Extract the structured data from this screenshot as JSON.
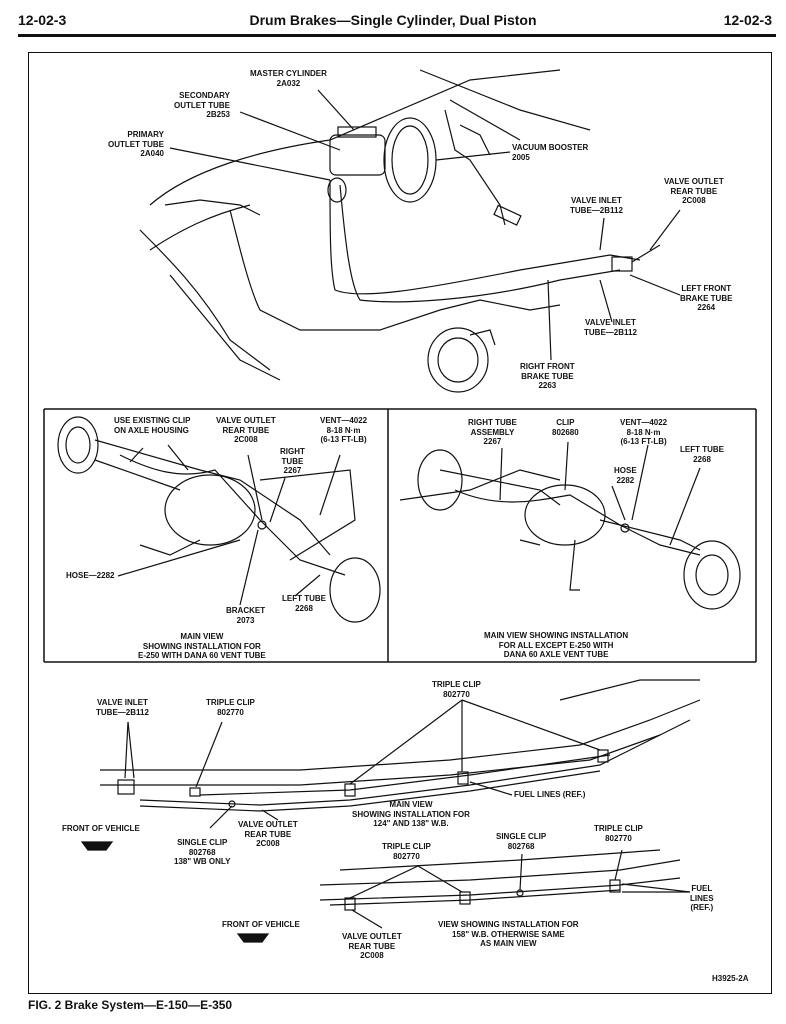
{
  "header": {
    "left": "12-02-3",
    "title": "Drum Brakes—Single Cylinder, Dual Piston",
    "right": "12-02-3"
  },
  "top_panel": {
    "master_cylinder": "MASTER CYLINDER\n2A032",
    "secondary_outlet": "SECONDARY\nOUTLET TUBE\n2B253",
    "primary_outlet": "PRIMARY\nOUTLET TUBE\n2A040",
    "vacuum_booster": "VACUUM BOOSTER\n2005",
    "valve_inlet_top": "VALVE INLET\nTUBE—2B112",
    "valve_outlet_rear": "VALVE OUTLET\nREAR TUBE\n2C008",
    "left_front": "LEFT FRONT\nBRAKE TUBE\n2264",
    "valve_inlet_bottom": "VALVE INLET\nTUBE—2B112",
    "right_front": "RIGHT FRONT\nBRAKE TUBE\n2263"
  },
  "left_panel": {
    "use_existing_clip": "USE EXISTING CLIP\nON AXLE HOUSING",
    "valve_outlet": "VALVE OUTLET\nREAR TUBE\n2C008",
    "vent": "VENT—4022\n8-18 N·m\n(6-13 FT-LB)",
    "right_tube": "RIGHT\nTUBE\n2267",
    "hose": "HOSE—2282",
    "left_tube": "LEFT TUBE\n2268",
    "bracket": "BRACKET\n2073",
    "caption": "MAIN VIEW\nSHOWING INSTALLATION FOR\nE-250 WITH DANA 60 VENT TUBE"
  },
  "right_panel": {
    "right_tube_assembly": "RIGHT TUBE\nASSEMBLY\n2267",
    "clip": "CLIP\n802680",
    "vent": "VENT—4022\n8-18 N·m\n(6-13 FT-LB)",
    "hose": "HOSE\n2282",
    "left_tube": "LEFT TUBE\n2268",
    "caption": "MAIN VIEW SHOWING INSTALLATION\nFOR ALL EXCEPT E-250 WITH\nDANA 60 AXLE VENT TUBE"
  },
  "bottom_panel": {
    "valve_inlet": "VALVE INLET\nTUBE—2B112",
    "triple_clip_a": "TRIPLE CLIP\n802770",
    "triple_clip_b": "TRIPLE CLIP\n802770",
    "front_of_vehicle_1": "FRONT OF VEHICLE",
    "single_clip": "SINGLE CLIP\n802768\n138\" WB ONLY",
    "valve_outlet_1": "VALVE OUTLET\nREAR TUBE\n2C008",
    "main_view_caption": "MAIN VIEW\nSHOWING INSTALLATION FOR\n124\" AND 138\" W.B.",
    "fuel_lines_1": "FUEL LINES (REF.)",
    "triple_clip_c": "TRIPLE CLIP\n802770",
    "single_clip_2": "SINGLE CLIP\n802768",
    "triple_clip_d": "TRIPLE CLIP\n802770",
    "fuel_lines_2": "FUEL\nLINES\n(REF.)",
    "front_of_vehicle_2": "FRONT OF VEHICLE",
    "valve_outlet_2": "VALVE OUTLET\nREAR TUBE\n2C008",
    "view_158_caption": "VIEW SHOWING INSTALLATION FOR\n158\" W.B. OTHERWISE SAME\nAS MAIN VIEW"
  },
  "drawing_code": "H3925-2A",
  "figure_caption": "FIG. 2  Brake System—E-150—E-350"
}
